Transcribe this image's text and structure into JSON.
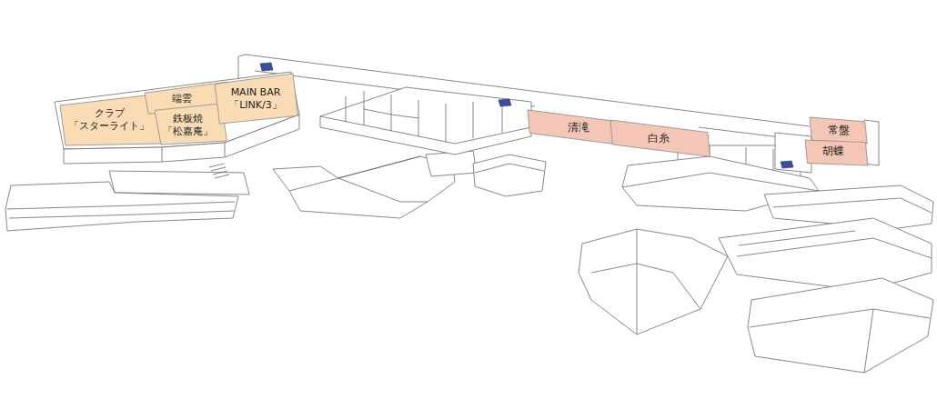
{
  "diagram": {
    "nodes": [
      {
        "text": [
          "クラブ 「スターライト」"
        ]
      },
      {
        "text": [
          "端雲"
        ]
      },
      {
        "text": [
          "鉄板焼 「松嘉庵」"
        ]
      },
      {
        "text": [
          "MAIN BAR 「LINK/3」"
        ]
      },
      {
        "text": [
          "清滝"
        ]
      },
      {
        "text": [
          "白糸"
        ]
      },
      {
        "text": [
          "常盤"
        ]
      },
      {
        "text": [
          "胡蝶"
        ]
      }
    ]
  }
}
